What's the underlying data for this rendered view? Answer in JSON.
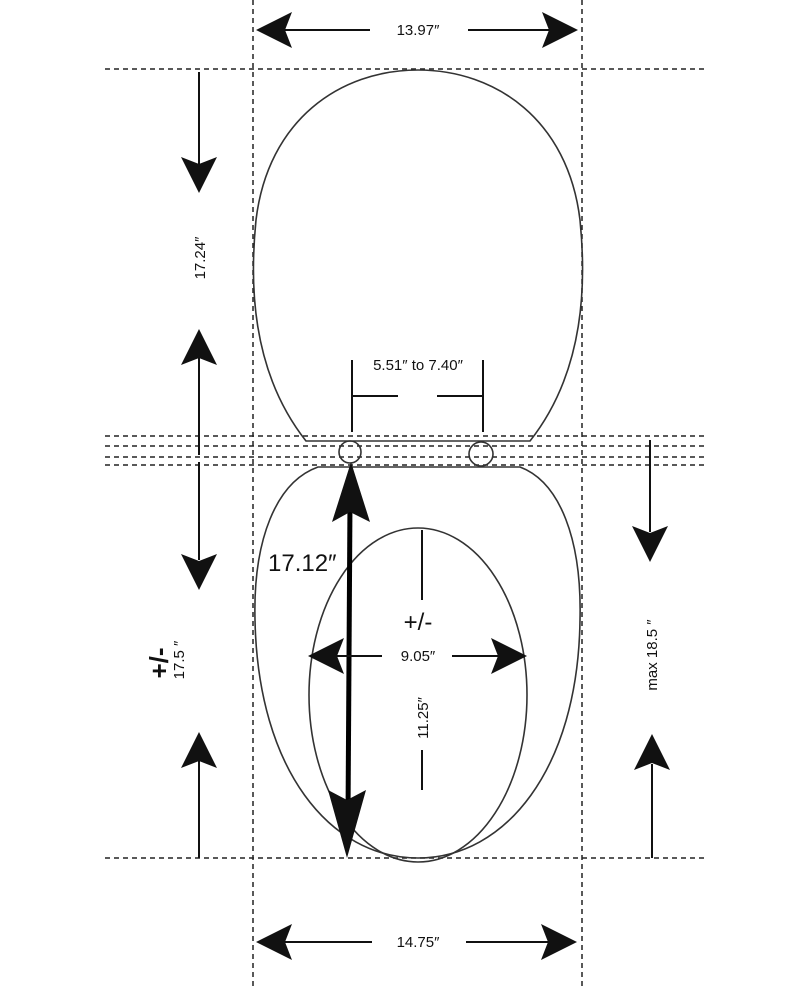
{
  "labels": {
    "lid_width": "13.97″",
    "lid_length": "17.24″",
    "bolt_spacing": "5.51″ to 7.40″",
    "seat_diagonal": "17.12″",
    "opening_tolerance": "+/-",
    "opening_width": "9.05″",
    "opening_length": "11.25″",
    "seat_tolerance": "+/-",
    "seat_length": "17.5 ″",
    "max_length": "max 18.5 ″",
    "seat_width": "14.75″"
  }
}
